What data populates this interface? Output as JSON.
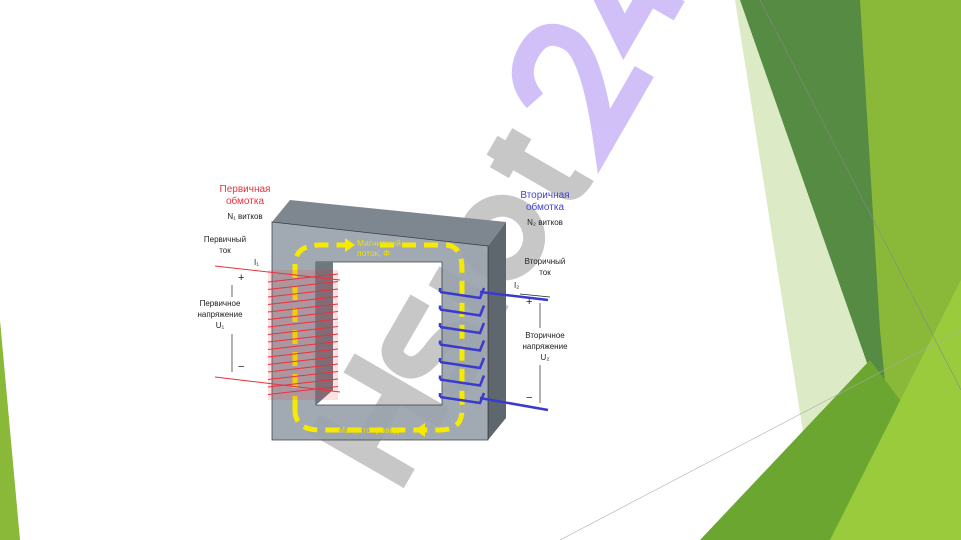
{
  "primary": {
    "title_line1": "Первичная",
    "title_line2": "обмотка",
    "turns": "N₁ витков",
    "current_label_line1": "Первичный",
    "current_label_line2": "ток",
    "current_symbol": "I₁",
    "plus": "+",
    "minus": "−",
    "voltage_line1": "Первичное",
    "voltage_line2": "напряжение",
    "voltage_symbol": "U₁"
  },
  "secondary": {
    "title_line1": "Вторичная",
    "title_line2": "обмотка",
    "turns": "N₂ витков",
    "current_label_line1": "Вторичный",
    "current_label_line2": "ток",
    "current_symbol": "I₂",
    "plus": "+",
    "minus": "−",
    "voltage_line1": "Вторичное",
    "voltage_line2": "напряжение",
    "voltage_symbol": "U₂"
  },
  "core": {
    "flux_line1": "Магнитный",
    "flux_line2": "поток, Φ",
    "core_label": "Магнитопровод"
  },
  "watermark": "Hsiot24",
  "colors": {
    "primary": "#e8323c",
    "secondary": "#3a3acc",
    "flux": "#f5ea00",
    "core": "#9aa3ad",
    "accent_green": "#7ab51d"
  }
}
